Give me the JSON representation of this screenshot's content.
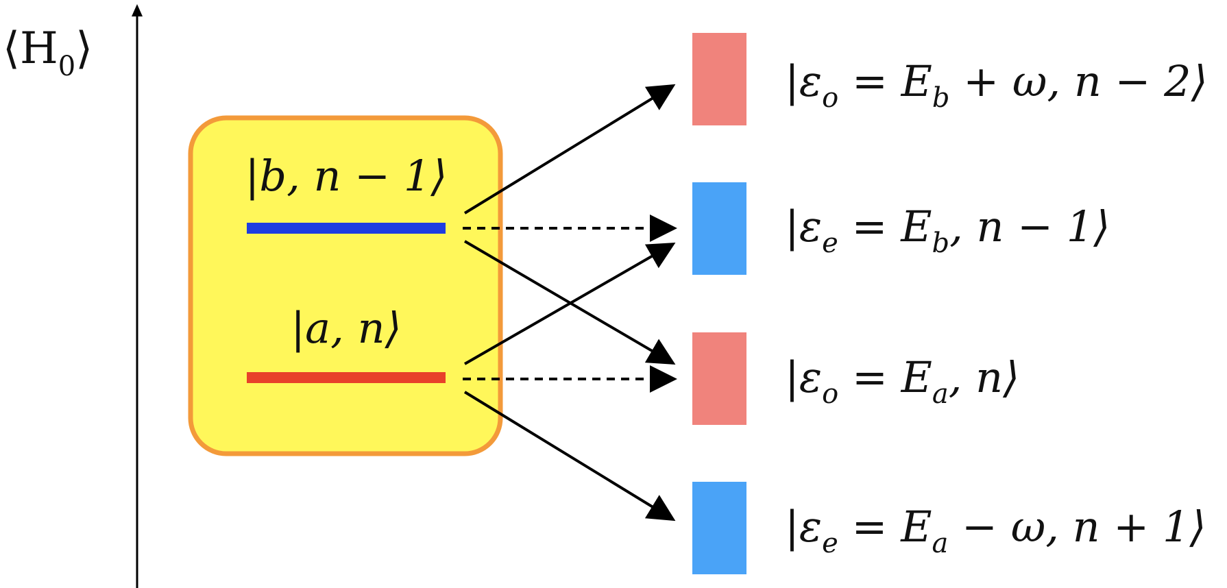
{
  "axis": {
    "label_main": "⟨H",
    "label_sub": "0",
    "label_close": "⟩"
  },
  "system_box": {
    "upper_state": {
      "ket": "|b, n − 1⟩",
      "color": "#1f3de0"
    },
    "lower_state": {
      "ket": "|a, n⟩",
      "color": "#e8412a"
    },
    "fill": "#fff75a",
    "border": "#f39a3a"
  },
  "levels": [
    {
      "prefix": "|ε",
      "sub": "o",
      "rest": " = E",
      "sub2": "b",
      "tail": " + ω, n − 2⟩",
      "color": "#f0837c"
    },
    {
      "prefix": "|ε",
      "sub": "e",
      "rest": " = E",
      "sub2": "b",
      "tail": ", n − 1⟩",
      "color": "#4aa3f7"
    },
    {
      "prefix": "|ε",
      "sub": "o",
      "rest": " = E",
      "sub2": "a",
      "tail": ", n⟩",
      "color": "#f0837c"
    },
    {
      "prefix": "|ε",
      "sub": "e",
      "rest": " = E",
      "sub2": "a",
      "tail": " − ω, n + 1⟩",
      "color": "#4aa3f7"
    }
  ]
}
